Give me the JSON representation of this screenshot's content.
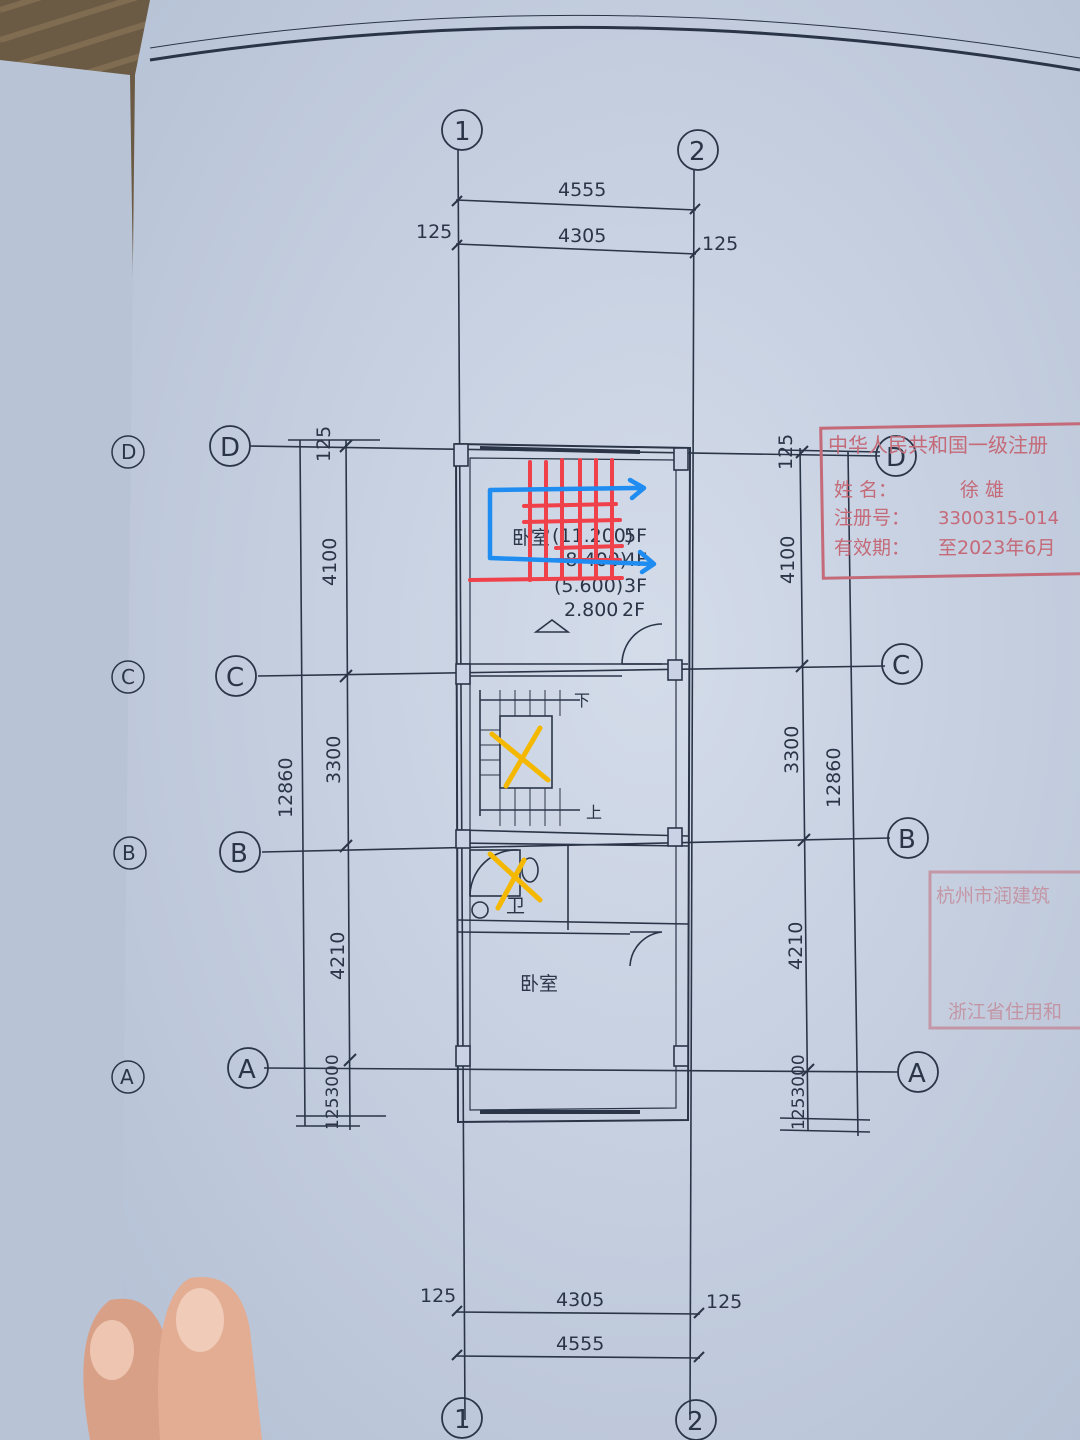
{
  "axes": {
    "top": [
      "1",
      "2"
    ],
    "bottom": [
      "1",
      "2"
    ],
    "left": [
      "D",
      "C",
      "B",
      "A"
    ],
    "right": [
      "D",
      "C",
      "B",
      "A"
    ],
    "edge_behind": [
      "D",
      "C",
      "B",
      "A"
    ]
  },
  "dims": {
    "top_total": "4555",
    "top_inner": "4305",
    "top_left_offset": "125",
    "top_right_offset": "125",
    "bottom_inner": "4305",
    "bottom_total": "4555",
    "bottom_left_offset": "125",
    "bottom_right_offset": "125",
    "left_top": "125",
    "left_dc": "4100",
    "left_cb": "3300",
    "left_ba": "4210",
    "left_total": "12860",
    "left_bottom": "1253000",
    "right_top": "125",
    "right_dc": "4100",
    "right_cb": "3300",
    "right_ba": "4210",
    "right_total": "12860",
    "right_bottom": "1253000"
  },
  "rooms": {
    "upper_room": "卧室",
    "upper_level_5": "(11.200)",
    "upper_level_4": "(8.400)",
    "upper_level_3": "(5.600)",
    "upper_level_2": "2.800",
    "upper_floor_5": "5F",
    "upper_floor_4": "4F",
    "upper_floor_3": "3F",
    "upper_floor_2": "2F",
    "stair_down": "下",
    "stair_up": "上",
    "bathroom": "卫",
    "lower_room": "卧室"
  },
  "stamp": {
    "line1": "中华人民共和国一级注册",
    "name_label": "姓    名：",
    "name_value": "徐  雄",
    "reg_label": "注册号：",
    "reg_value": "3300315-014",
    "valid_label": "有效期：",
    "valid_value": "至2023年6月",
    "stamp2_line1": "杭州市润建筑",
    "stamp2_line2": "浙江省住用和"
  },
  "colors": {
    "paper": "#c9d3e5",
    "line": "#2a3548",
    "marker_red": "#f0404a",
    "marker_blue": "#1e8cf0",
    "marker_yellow": "#f5b800"
  }
}
